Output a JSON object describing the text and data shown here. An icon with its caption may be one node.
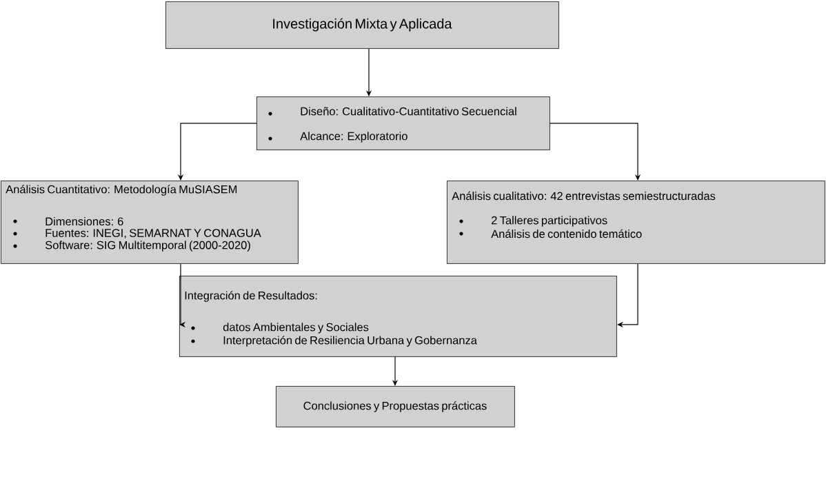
{
  "diagram": {
    "nodes": [
      {
        "text": [
          "Investigación Mixta y Aplicada"
        ]
      },
      {
        "text": [
          "Diseño: Cualitativo-Cuantitativo Secuencial",
          "Alcance: Exploratorio"
        ]
      },
      {
        "text": [
          "Análisis Cuantitativo: Metodología MuSIASEM",
          "Dimensiones: 6",
          "Fuentes: INEGI, SEMARNAT Y CONAGUA",
          "Software: SIG Multitemporal (2000-2020)"
        ]
      },
      {
        "text": [
          "Análisis cualitativo: 42 entrevistas semiestructuradas",
          "2 Talleres participativos",
          "Análisis de contenido temático"
        ]
      },
      {
        "text": [
          "Integración de Resultados:",
          "datos Ambientales y Sociales",
          "Interpretación de Resiliencia Urbana y Gobernanza"
        ]
      },
      {
        "text": [
          "Conclusiones y Propuestas prácticas"
        ]
      }
    ],
    "edges": [
      {
        "from": 0,
        "to": 1,
        "arrow": "to"
      },
      {
        "from": 1,
        "to": 2,
        "arrow": "to"
      },
      {
        "from": 1,
        "to": 3,
        "arrow": "to"
      },
      {
        "from": 2,
        "to": 4,
        "arrow": "to"
      },
      {
        "from": 3,
        "to": 4,
        "arrow": "to"
      },
      {
        "from": 4,
        "to": 5,
        "arrow": "to"
      }
    ]
  }
}
